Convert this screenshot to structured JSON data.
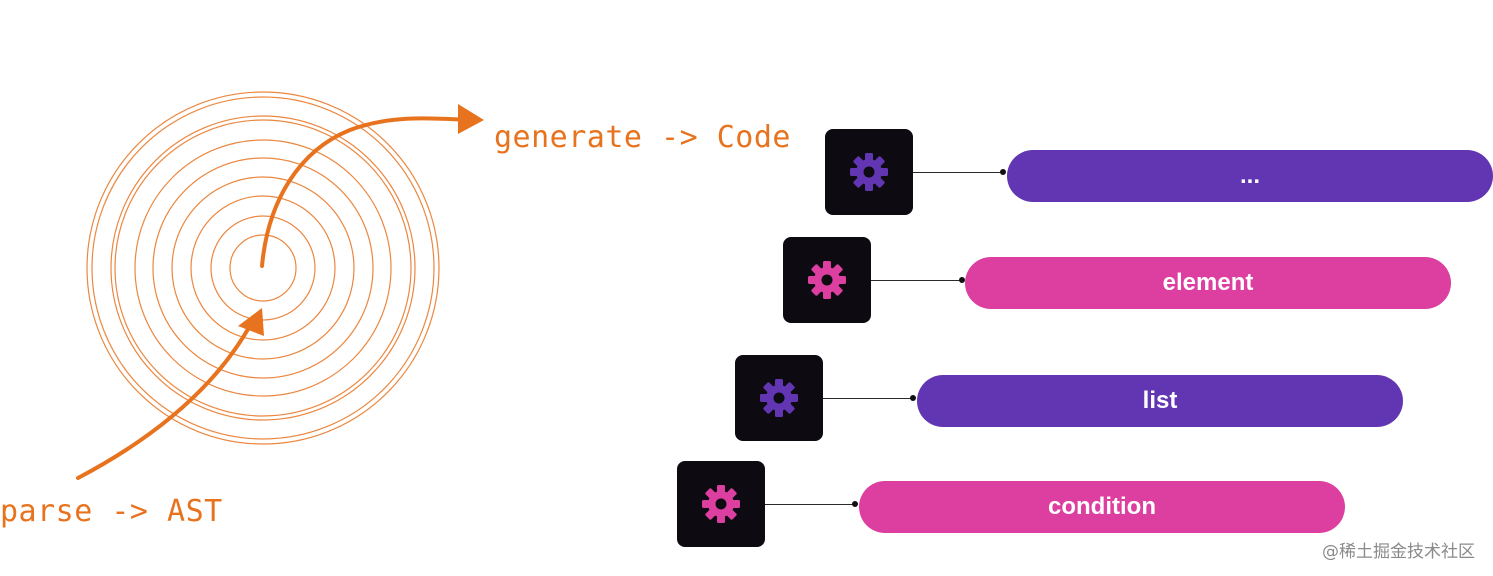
{
  "labels": {
    "generate": "generate -> Code",
    "parse": "parse -> AST"
  },
  "colors": {
    "orange": "#e8731f",
    "purple": "#6236b3",
    "pink": "#dc3fa0",
    "box": "#0d0a12"
  },
  "layers": [
    {
      "label": "...",
      "color": "purple",
      "icon": "gear-icon"
    },
    {
      "label": "element",
      "color": "pink",
      "icon": "gear-icon"
    },
    {
      "label": "list",
      "color": "purple",
      "icon": "gear-icon"
    },
    {
      "label": "condition",
      "color": "pink",
      "icon": "gear-icon"
    }
  ],
  "watermark": "@稀土掘金技术社区"
}
